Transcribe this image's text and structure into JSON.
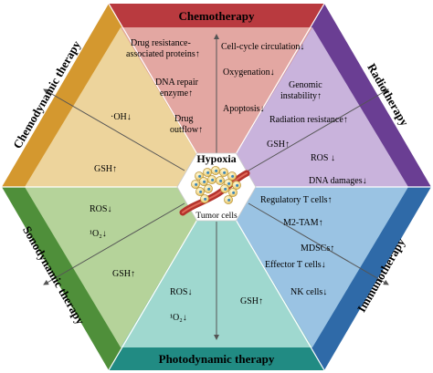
{
  "center": {
    "title": "Hypoxia",
    "caption": "Tumor cells"
  },
  "sectors": {
    "chemotherapy": {
      "title": "Chemotherapy",
      "items": [
        "Drug resistance-",
        "associated proteins↑",
        "DNA repair",
        "enzyme↑",
        "Drug",
        "outflow↑",
        "Cell-cycle circulation↓",
        "Oxygenation↓",
        "Apoptosis↓"
      ]
    },
    "radiotherapy": {
      "title": "Radiotherapy",
      "items": [
        "Genomic",
        "instability↑",
        "Radiation resistance↑",
        "GSH↑",
        "ROS ↓",
        "DNA damages↓"
      ]
    },
    "immunotherapy": {
      "title": "Immunotherapy",
      "items": [
        "Regulatory T cells↑",
        "M2-TAM↑",
        "MDSCs↑",
        "Effector T cells↓",
        "NK cells↓"
      ]
    },
    "photodynamic": {
      "title": "Photodynamic therapy",
      "items": [
        "ROS↓",
        "¹O₂↓",
        "GSH↑"
      ]
    },
    "sonodynamic": {
      "title": "Sonodynamic therapy",
      "items": [
        "ROS↓",
        "¹O₂↓",
        "GSH↑"
      ]
    },
    "chemodynamic": {
      "title": "Chemodynamic therapy",
      "items": [
        "·OH↓",
        "GSH↑"
      ]
    }
  },
  "colors": {
    "chemo_band": "#b93a3f",
    "chemo_fill": "#e3a7a2",
    "radio_band": "#6a3e93",
    "radio_fill": "#c9b3dc",
    "immuno_band": "#2f6aa8",
    "immuno_fill": "#9ac3e3",
    "photo_band": "#218b83",
    "photo_fill": "#9fd8cf",
    "sono_band": "#4f8f3a",
    "sono_fill": "#b5d39a",
    "chemod_band": "#d4982f",
    "chemod_fill": "#edd49c",
    "arrow": "#555555"
  }
}
